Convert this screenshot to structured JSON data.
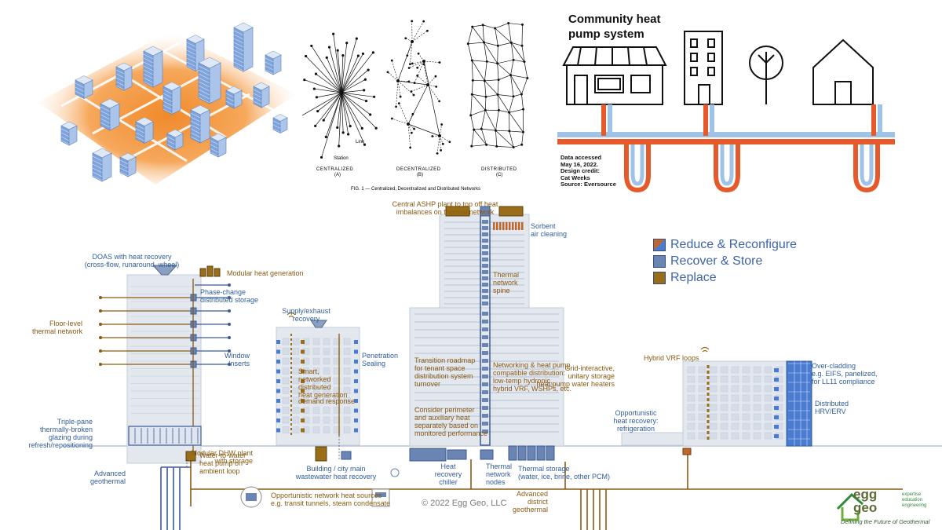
{
  "network_figure": {
    "labels": [
      "CENTRALIZED",
      "DECENTRALIZED",
      "DISTRIBUTED"
    ],
    "sublabels": [
      "(A)",
      "(B)",
      "(C)"
    ],
    "link_label": "Link",
    "station_label": "Station",
    "caption": "FIG. 1 — Centralized, Decentralized and Distributed Networks"
  },
  "community": {
    "title_line1": "Community heat",
    "title_line2": "pump system",
    "credit_lines": [
      "Data accessed",
      "May 16, 2022.",
      "Design credit:",
      "Cat Weeks",
      "Source: Eversource"
    ]
  },
  "legend": {
    "items": [
      {
        "label": "Reduce & Reconfigure",
        "color": "#4a7bd0",
        "accent": "#c1662b"
      },
      {
        "label": "Recover & Store",
        "color": "#6a85b3",
        "accent": "#6a85b3"
      },
      {
        "label": "Replace",
        "color": "#9a6e19",
        "accent": "#9a6e19"
      }
    ]
  },
  "annotations": {
    "central_ashp": [
      "Central ASHP plant to top off heat",
      "imbalances on thermal network"
    ],
    "sorbent": [
      "Sorbent",
      "air cleaning"
    ],
    "thermal_spine": [
      "Thermal",
      "network",
      "spine"
    ],
    "doas": [
      "DOAS with heat recovery",
      "(cross-flow, runaround, wheel)"
    ],
    "modular_heat": [
      "Modular heat generation"
    ],
    "phase_change": [
      "Phase-change",
      "distributed storage"
    ],
    "floor_level": [
      "Floor-level",
      "thermal network"
    ],
    "supply_exhaust": [
      "Supply/exhaust",
      "recovery"
    ],
    "window_inserts": [
      "Window",
      "Inserts"
    ],
    "penetration": [
      "Penetration",
      "Sealing"
    ],
    "smart_network": [
      "Smart,",
      "networked",
      "distributed",
      "heat generation"
    ],
    "demand_response": [
      "demand response"
    ],
    "triple_pane": [
      "Triple-pane",
      "thermally-broken",
      "glazing during",
      "refresh/repositioning"
    ],
    "transition": [
      "Transition roadmap",
      "for tenant space",
      "distribution system",
      "turnover"
    ],
    "networking": [
      "Networking & heat pump",
      "compatible distribution:",
      "low-temp hydronic,",
      "hybrid VRF, WSHPs, etc."
    ],
    "perimeter": [
      "Consider perimeter",
      "and auxiliary heat",
      "separately based on",
      "monitored performance"
    ],
    "hybrid_vrf": [
      "Hybrid VRF loops"
    ],
    "grid_interactive": [
      "Grid-interactive,",
      "unitary storage",
      "heat pump water heaters"
    ],
    "over_cladding": [
      "Over-cladding",
      "e.g. EIFS, panelized,",
      "for LL11 compliance"
    ],
    "distributed_hrv": [
      "Distributed",
      "HRV/ERV"
    ],
    "opportunistic_refrig": [
      "Opportunistic",
      "heat recovery:",
      "refrigeration"
    ],
    "modular_dhw": [
      "Modular DHW plant",
      "with storage"
    ],
    "water_to_water": [
      "Water-to-water",
      "heat pump on",
      "ambient loop"
    ],
    "advanced_geo": [
      "Advanced",
      "geothermal"
    ],
    "building_city": [
      "Building / city main",
      "wastewater heat recovery"
    ],
    "heat_recovery_chiller": [
      "Heat",
      "recovery",
      "chiller"
    ],
    "thermal_nodes": [
      "Thermal",
      "network",
      "nodes"
    ],
    "thermal_storage": [
      "Thermal storage",
      "(water, ice, brine, other PCM)"
    ],
    "opportunistic_network": [
      "Opportunistic network heat sources",
      "e.g. transit tunnels, steam condensate"
    ],
    "advanced_district": [
      "Advanced",
      "district",
      "geothermal"
    ]
  },
  "footer": {
    "copyright": "© 2022 Egg Geo, LLC"
  },
  "logo": {
    "word1": "egg",
    "word2": "geo",
    "side": [
      "expertise",
      "education",
      "engineering"
    ],
    "tagline": "Defining the Future of Geothermal"
  },
  "colors": {
    "brown": "#8a5a13",
    "blue": "#2f5d9a",
    "pipe_red": "#e5592a",
    "pipe_blue": "#9fc3e6",
    "orange_glow": "#f39a3c"
  }
}
